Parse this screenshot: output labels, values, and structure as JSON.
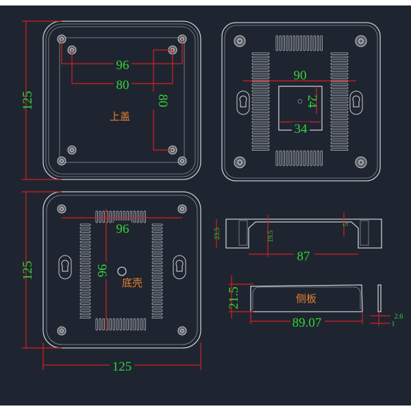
{
  "views": {
    "top_cover": {
      "label": "上盖",
      "dims": {
        "height": "125",
        "hole_span_outer": "96",
        "hole_span_inner": "80",
        "hole_span_vertical": "80"
      }
    },
    "top_cover_outside": {
      "dims": {
        "keyhole_span": "90",
        "window_height": "24",
        "window_width": "34"
      }
    },
    "bottom_shell": {
      "label": "底壳",
      "dims": {
        "height": "125",
        "width": "125",
        "hole_span": "96",
        "hole_span_vertical": "96"
      }
    },
    "side_section": {
      "dims": {
        "height": "23.5",
        "inner_height": "19.5",
        "lip": "5",
        "inner_width": "87"
      }
    },
    "side_panel": {
      "label": "侧板",
      "dims": {
        "height": "21.5",
        "width": "89.07",
        "thickness": "2.6",
        "lip": "1"
      }
    }
  },
  "colors": {
    "background": "#1f2530",
    "outline": "#c8ccd2",
    "dimension_line": "#d42020",
    "dimension_text": "#35d23a",
    "label": "#e8802c"
  }
}
